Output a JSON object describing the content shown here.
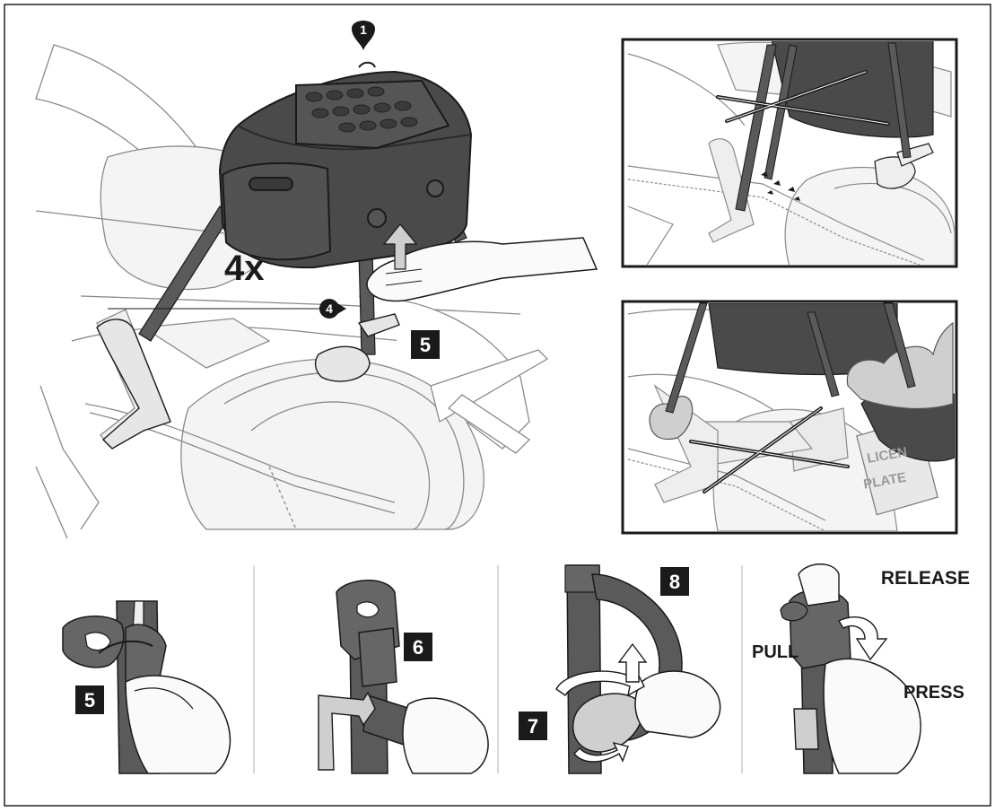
{
  "main": {
    "multiplier": "4x",
    "callout_top": "1",
    "callout_strap": "4",
    "step_main": "5"
  },
  "steps": [
    {
      "number": "5"
    },
    {
      "number": "6"
    },
    {
      "number": "7"
    },
    {
      "number": "8"
    }
  ],
  "release_panel": {
    "release": "RELEASE",
    "pull": "PULL",
    "press": "PRESS"
  },
  "inset_bottom": {
    "plate_text_1": "LICEN",
    "plate_text_2": "PLATE"
  },
  "colors": {
    "bag": "#4a4a4a",
    "strap": "#5a5a5a",
    "outline": "#1a1a1a",
    "bike_fill": "#f2f2f2",
    "bike_line": "#777777",
    "badge": "#222222",
    "heat": "#cfcfcf"
  }
}
